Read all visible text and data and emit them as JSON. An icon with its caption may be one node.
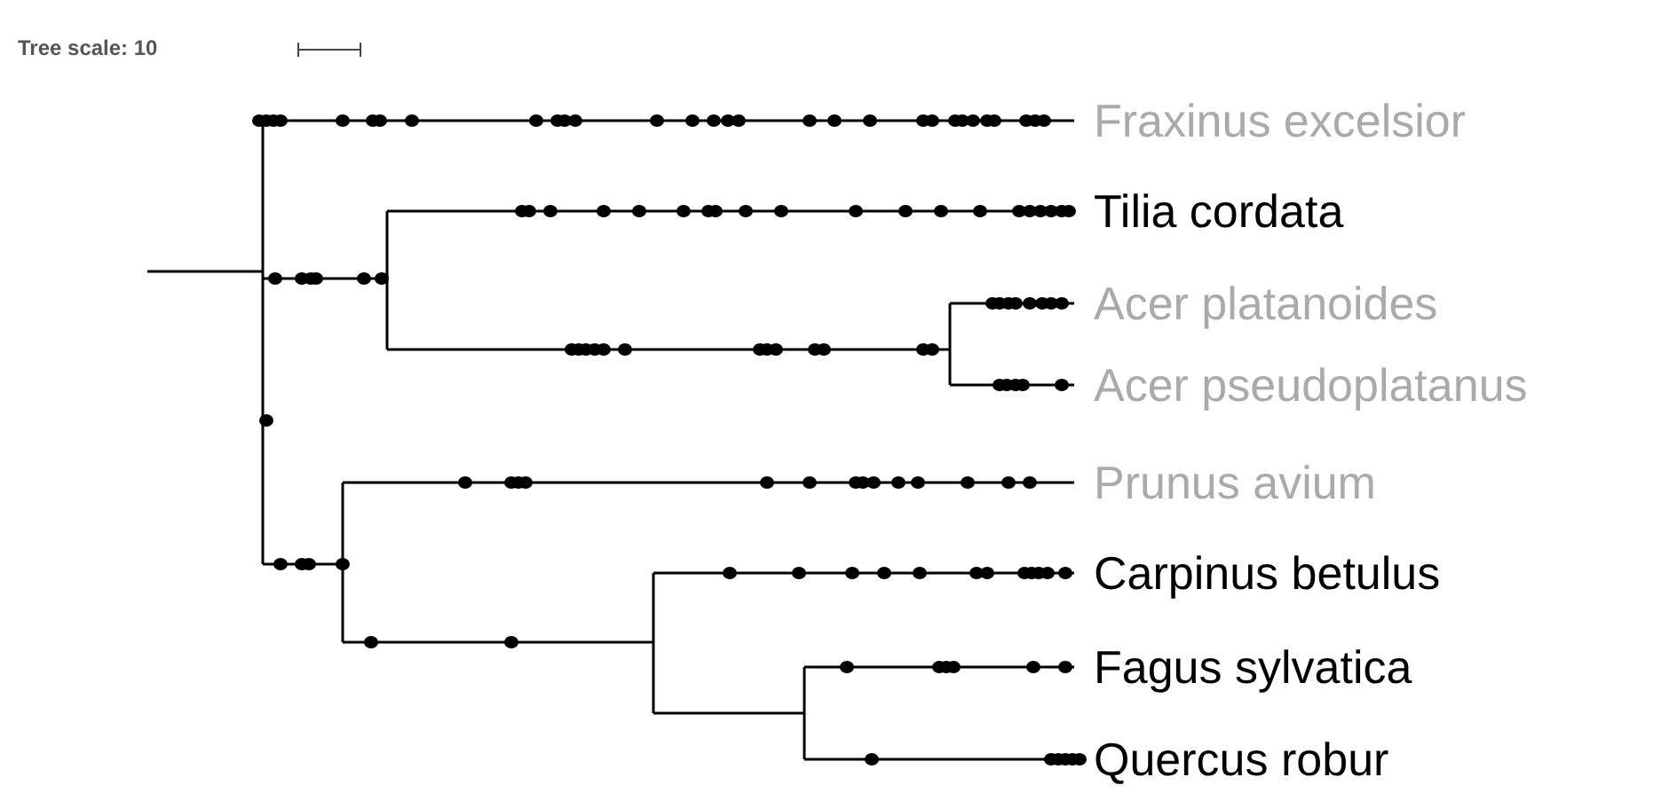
{
  "diagram": {
    "labels": [
      "Tree scale: 10",
      "Fraxinus excelsior",
      "Tilia cordata",
      "Acer platanoides",
      "Acer pseudoplatanus",
      "Prunus avium",
      "Carpinus betulus",
      "Fagus sylvatica",
      "Quercus robur"
    ]
  }
}
